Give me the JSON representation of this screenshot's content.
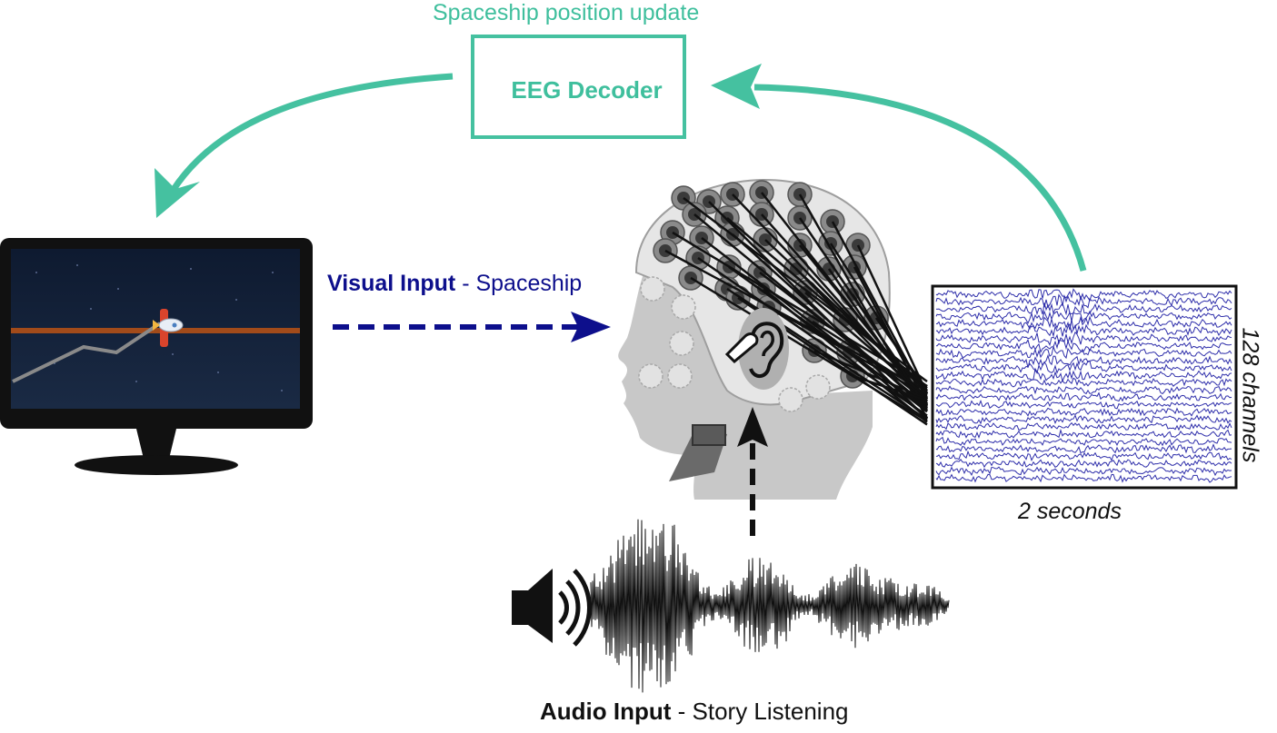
{
  "loop": {
    "update_label": "Spaceship position update",
    "decoder_label": "EEG Decoder",
    "color": "#45c1a0"
  },
  "visual_input": {
    "label_bold": "Visual Input",
    "label_rest": "- Spaceship",
    "color": "#0d0f8c"
  },
  "audio_input": {
    "label_bold": "Audio Input",
    "label_rest": "- Story Listening"
  },
  "eeg": {
    "duration_label": "2 seconds",
    "channels_label": "128 channels",
    "trace_color": "#2e2eaa"
  },
  "icons": {
    "speaker": "speaker-icon",
    "ear": "ear-icon",
    "spaceship": "spaceship-icon",
    "monitor": "monitor-icon"
  }
}
